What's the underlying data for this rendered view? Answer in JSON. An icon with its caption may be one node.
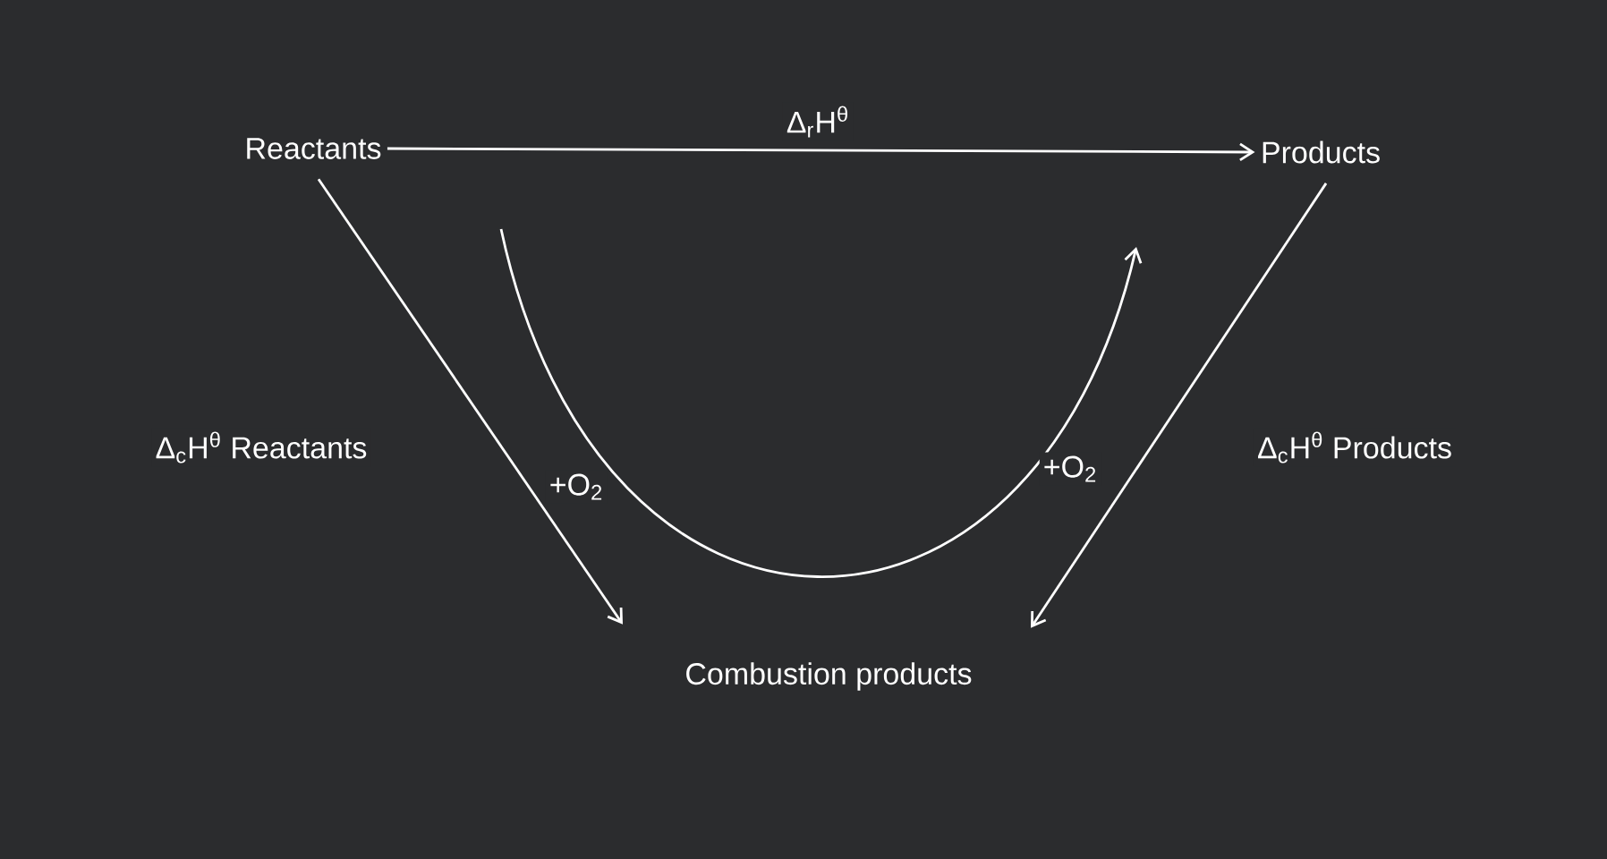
{
  "diagram": {
    "nodes": [
      {
        "text": [
          "Reactants"
        ]
      },
      {
        "text": [
          "Products"
        ]
      },
      {
        "text": [
          "Combustion products"
        ]
      }
    ],
    "edges": [
      {
        "from": 0,
        "to": 1,
        "arrow": "to",
        "label": "Δ$_{r}$H$^{θ}$"
      },
      {
        "from": 0,
        "to": 2,
        "arrow": "to",
        "label": "Δ$_{c}$H$^{θ}$ Reactants"
      },
      {
        "from": 1,
        "to": 2,
        "arrow": "to",
        "label": "Δ$_{c}$H$^{θ}$ Products"
      }
    ],
    "labels": [
      "+O$_{2}$",
      "+O$_{2}$"
    ]
  }
}
